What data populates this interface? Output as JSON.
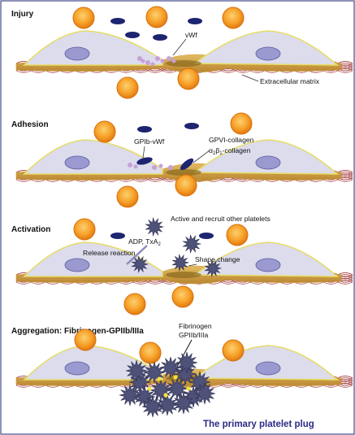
{
  "panels": [
    {
      "title": "Injury",
      "labels": {
        "vwf": "vWf",
        "ecm": "Extracellular matrix"
      }
    },
    {
      "title": "Adhesion",
      "labels": {
        "gpib": "GPIb-vWf",
        "gpvi": "GPVI-collagen",
        "a2b1_alpha": "α",
        "a2b1_sub_alpha": "2",
        "a2b1_beta": "β",
        "a2b1_sub_beta": "1",
        "a2b1_tail": "-collagen"
      }
    },
    {
      "title": "Activation",
      "labels": {
        "recruit": "Active and recruit other platelets",
        "adp": "ADP, TxA",
        "adp_sub": "2",
        "release": "Release reaction",
        "shape": "Shape change"
      }
    },
    {
      "title": "Aggregation: Fibrinogen-GPIIb/IIIa",
      "labels": {
        "fibrinogen": "Fibrinogen",
        "gpiib": "GPIIb/IIIa",
        "plug": "The primary platelet plug"
      }
    }
  ],
  "colors": {
    "rbc_outer": "#f28a12",
    "rbc_inner": "#fbc04a",
    "platelet": "#1d2470",
    "cell_fill": "#dcdcec",
    "cell_edge": "#e6dc6a",
    "nucleus": "#9a9ad0",
    "matrix": "#c99a3a",
    "fibers": "#9b2a2a",
    "activated": "#4f5278",
    "plug_text": "#2b2a86"
  },
  "icons": {
    "rbc": "red-blood-cell-icon",
    "platelet": "resting-platelet-icon",
    "activated": "activated-platelet-icon"
  }
}
